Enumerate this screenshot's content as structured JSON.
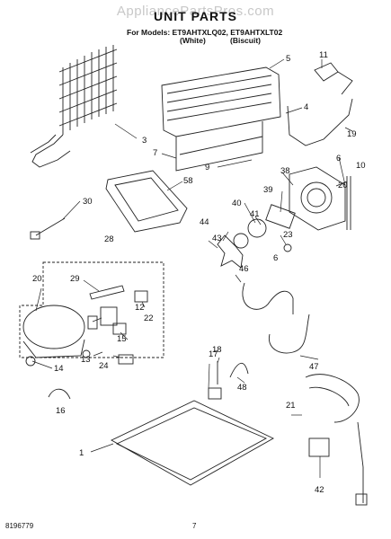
{
  "watermark": "AppliancePartsPros.com",
  "title": "UNIT PARTS",
  "models": {
    "prefix": "For Models:",
    "list": "ET9AHTXLQ02, ET9AHTXLT02",
    "variant_1": "(White)",
    "variant_2": "(Biscuit)"
  },
  "footer": {
    "document_number": "8196779",
    "page_number": "7"
  },
  "callouts": [
    "1",
    "3",
    "4",
    "5",
    "6",
    "6",
    "7",
    "9",
    "10",
    "11",
    "12",
    "13",
    "14",
    "15",
    "16",
    "17",
    "18",
    "19",
    "20",
    "21",
    "22",
    "23",
    "24",
    "28",
    "29",
    "30",
    "38",
    "39",
    "40",
    "41",
    "42",
    "43",
    "44",
    "46",
    "47",
    "48",
    "58"
  ]
}
